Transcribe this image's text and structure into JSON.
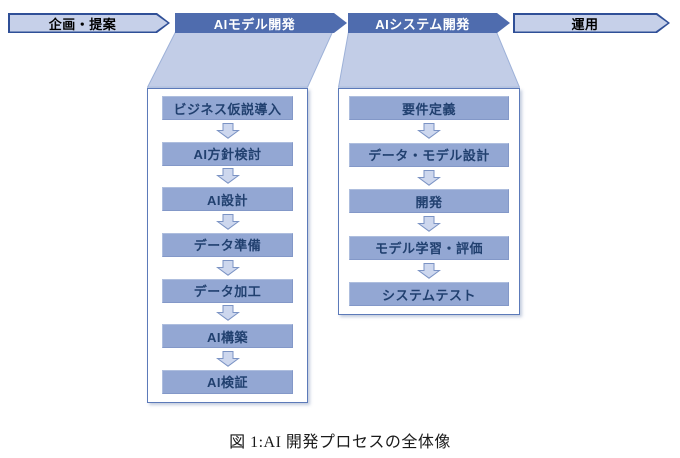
{
  "figure": {
    "caption": "図 1:AI 開発プロセスの全体像"
  },
  "phases": [
    {
      "label": "企画・提案",
      "style": "light"
    },
    {
      "label": "AIモデル開発",
      "style": "dark"
    },
    {
      "label": "AIシステム開発",
      "style": "dark"
    },
    {
      "label": "運用",
      "style": "light"
    }
  ],
  "model_dev": {
    "steps": [
      "ビジネス仮説導入",
      "AI方針検討",
      "AI設計",
      "データ準備",
      "データ加工",
      "AI構築",
      "AI検証"
    ]
  },
  "system_dev": {
    "steps": [
      "要件定義",
      "データ・モデル設計",
      "開発",
      "モデル学習・評価",
      "システムテスト"
    ]
  },
  "colors": {
    "phase_dark_fill": "#4f6cae",
    "phase_light_fill": "#c6d0e9",
    "phase_light_border": "#2f4f97",
    "funnel_fill": "#c2cde7",
    "funnel_border": "#9db1d8",
    "step_fill": "#93a7d3",
    "step_text": "#21406f",
    "group_border": "#5c7ab9",
    "arrow_fill": "#cdd7ee",
    "arrow_border": "#7b93c4"
  }
}
